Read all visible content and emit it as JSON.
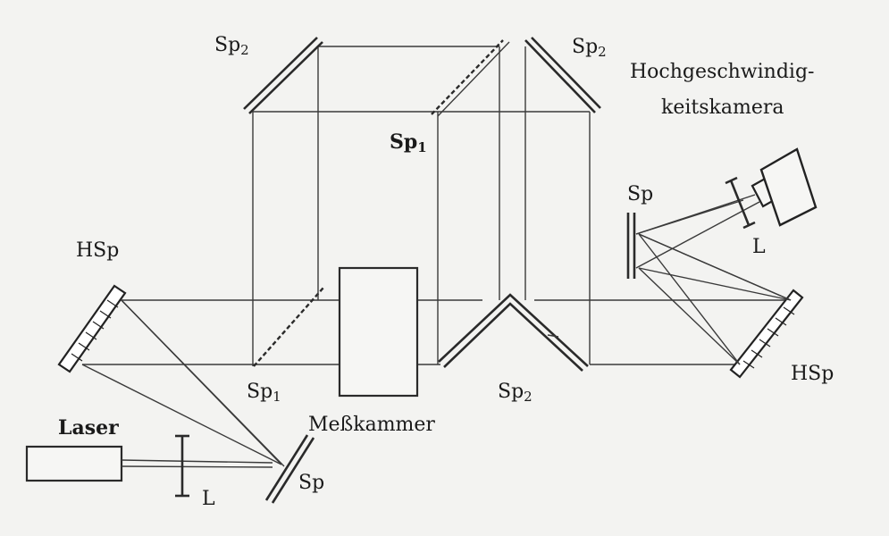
{
  "labels": {
    "sp2_top_left": "Sp",
    "sp2_top_left_sub": "2",
    "sp2_top_right": "Sp",
    "sp2_top_right_sub": "2",
    "sp1_top": "Sp",
    "sp1_top_sub": "1",
    "sp1_bottom": "Sp",
    "sp1_bottom_sub": "1",
    "sp2_bottom": "Sp",
    "sp2_bottom_sub": "2",
    "hsp_left": "HSp",
    "hsp_right": "HSp",
    "camera_line1": "Hochgeschwindig-",
    "camera_line2": "keitskamera",
    "sp_camera": "Sp",
    "l_camera": "L",
    "laser": "Laser",
    "l_laser": "L",
    "sp_laser": "Sp",
    "chamber": "Meßkammer"
  }
}
